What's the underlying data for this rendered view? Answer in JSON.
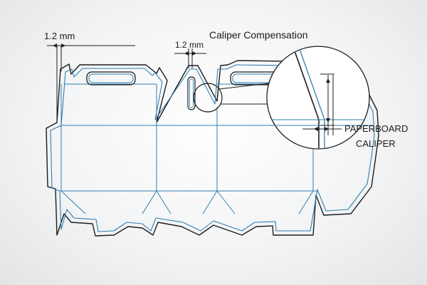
{
  "labels": {
    "left_dimension": "1.2 mm",
    "center_dimension": "1.2 mm",
    "title": "Caliper Compensation",
    "callout_line1": "PAPERBOARD",
    "callout_line2": "CALIPER"
  },
  "colors": {
    "outer_cut_line": "#1c1c1c",
    "inner_crease_line": "#2f7fb0",
    "callout_line": "#222222",
    "background": "#eef0f1"
  }
}
